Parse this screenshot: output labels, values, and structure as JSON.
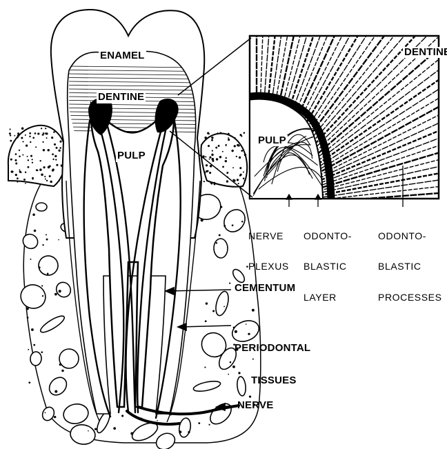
{
  "colors": {
    "ink": "#000000",
    "paper": "#ffffff",
    "pulp": "#ffffff"
  },
  "labels": {
    "enamel": "ENAMEL",
    "dentine_tooth": "DENTINE",
    "pulp_tooth": "PULP",
    "dentine_inset": "DENTINE",
    "pulp_inset": "PULP",
    "nerve_plexus_1": "NERVE",
    "nerve_plexus_2": "PLEXUS",
    "odontoblastic_layer_1": "ODONTO-",
    "odontoblastic_layer_2": "BLASTIC",
    "odontoblastic_layer_3": "LAYER",
    "odontoblastic_processes_1": "ODONTO-",
    "odontoblastic_processes_2": "BLASTIC",
    "odontoblastic_processes_3": "PROCESSES",
    "cementum": "CEMENTUM",
    "periodontal_1": "PERIODONTAL",
    "periodontal_2": "TISSUES",
    "nerve": "NERVE"
  }
}
